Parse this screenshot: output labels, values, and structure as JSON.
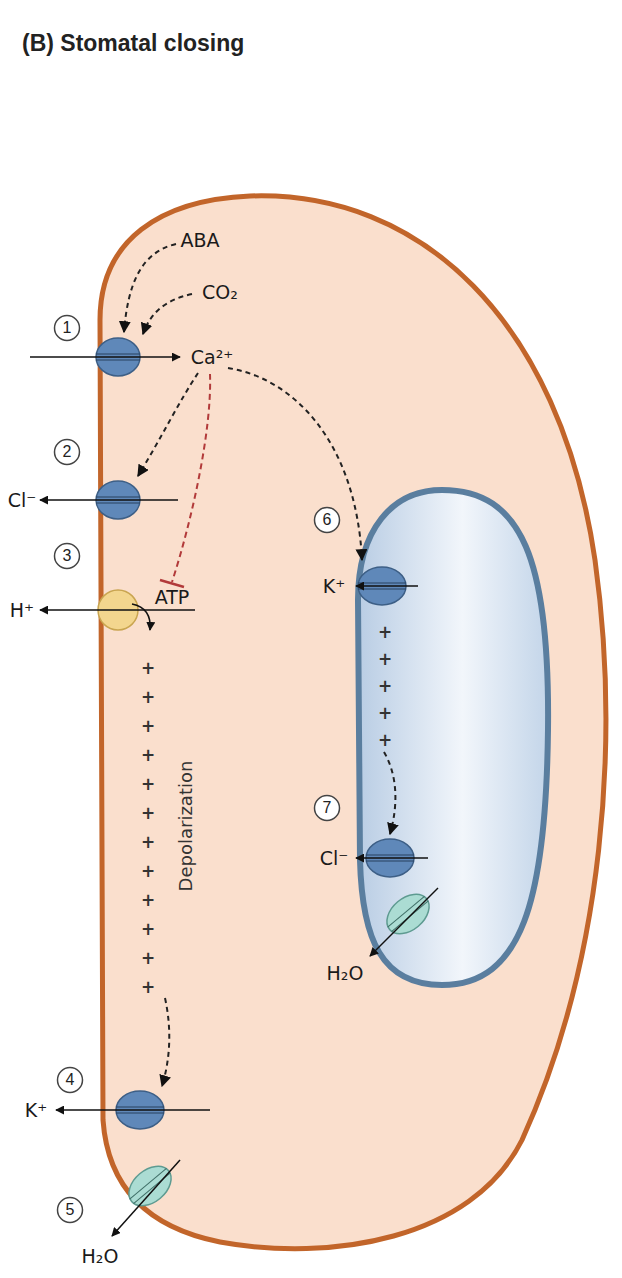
{
  "diagram": {
    "title": "(B) Stomatal closing",
    "nodes": [
      {
        "text": [
          "1"
        ]
      },
      {
        "text": [
          "2"
        ]
      },
      {
        "text": [
          "3"
        ]
      },
      {
        "text": [
          "4"
        ]
      },
      {
        "text": [
          "5"
        ]
      },
      {
        "text": [
          "6"
        ]
      },
      {
        "text": [
          "7"
        ]
      }
    ],
    "labels": [
      "ABA",
      "CO₂",
      "Ca²⁺",
      "Cl⁻",
      "H⁺",
      "ATP",
      "+",
      "+",
      "+",
      "+",
      "+",
      "+",
      "+",
      "+",
      "+",
      "+",
      "+",
      "+",
      "Depolarization",
      "K⁺",
      "H₂O",
      "K⁺",
      "+",
      "+",
      "+",
      "+",
      "+",
      "Cl⁻",
      "H₂O"
    ]
  }
}
